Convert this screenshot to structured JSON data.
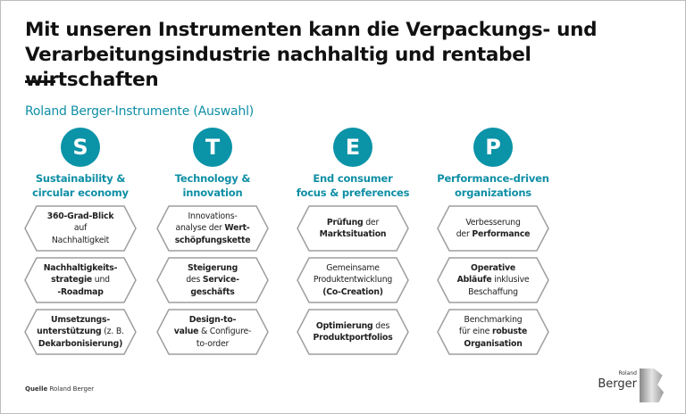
{
  "title": "Mit unseren Instrumenten kann die Verpackungs- und Verarbeitungsindustrie nachhaltig und rentabel wirtschaften",
  "subtitle": "Roland Berger-Instrumente (Auswahl)",
  "colors": {
    "accent": "#0b93a7",
    "hex_border": "#9e9e9e"
  },
  "columns": [
    {
      "letter": "S",
      "heading": [
        "Sustainability &",
        "circular economy"
      ],
      "items": [
        [
          [
            [
              "360-Grad-Blick",
              true
            ]
          ],
          [
            [
              "auf",
              false
            ]
          ],
          [
            [
              "Nachhaltigkeit",
              false
            ]
          ]
        ],
        [
          [
            [
              "Nachhaltigkeits-",
              true
            ]
          ],
          [
            [
              "strategie",
              true
            ],
            [
              " und",
              false
            ]
          ],
          [
            [
              "-Roadmap",
              true
            ]
          ]
        ],
        [
          [
            [
              "Umsetzungs-",
              true
            ]
          ],
          [
            [
              "unterstützung",
              true
            ],
            [
              " (z. B.",
              false
            ]
          ],
          [
            [
              "Dekarbonisierung)",
              true
            ]
          ]
        ]
      ]
    },
    {
      "letter": "T",
      "heading": [
        "Technology &",
        "innovation"
      ],
      "items": [
        [
          [
            [
              "Innovations-",
              false
            ]
          ],
          [
            [
              "analyse der ",
              false
            ],
            [
              "Wert-",
              true
            ]
          ],
          [
            [
              "schöpfungskette",
              true
            ]
          ]
        ],
        [
          [
            [
              "Steigerung",
              true
            ]
          ],
          [
            [
              "des ",
              false
            ],
            [
              "Service-",
              true
            ]
          ],
          [
            [
              "geschäfts",
              true
            ]
          ]
        ],
        [
          [
            [
              "Design-to-",
              true
            ]
          ],
          [
            [
              "value",
              true
            ],
            [
              " & Configure-",
              false
            ]
          ],
          [
            [
              "to-order",
              false
            ]
          ]
        ]
      ]
    },
    {
      "letter": "E",
      "heading": [
        "End consumer",
        "focus & preferences"
      ],
      "items": [
        [
          [
            [
              "Prüfung",
              true
            ],
            [
              " der",
              false
            ]
          ],
          [
            [
              "Marktsituation",
              true
            ]
          ]
        ],
        [
          [
            [
              "Gemeinsame",
              false
            ]
          ],
          [
            [
              "Produktentwicklung",
              false
            ]
          ],
          [
            [
              "(Co-Creation)",
              true
            ]
          ]
        ],
        [
          [
            [
              "Optimierung",
              true
            ],
            [
              " des",
              false
            ]
          ],
          [
            [
              "Produktportfolios",
              true
            ]
          ]
        ]
      ]
    },
    {
      "letter": "P",
      "heading": [
        "Performance-driven",
        "organizations"
      ],
      "items": [
        [
          [
            [
              "Verbesserung",
              false
            ]
          ],
          [
            [
              "der ",
              false
            ],
            [
              "Performance",
              true
            ]
          ]
        ],
        [
          [
            [
              "Operative",
              true
            ]
          ],
          [
            [
              "Abläufe",
              true
            ],
            [
              " inklusive",
              false
            ]
          ],
          [
            [
              "Beschaffung",
              false
            ]
          ]
        ],
        [
          [
            [
              "Benchmarking",
              false
            ]
          ],
          [
            [
              "für eine ",
              false
            ],
            [
              "robuste",
              true
            ]
          ],
          [
            [
              "Organisation",
              true
            ]
          ]
        ]
      ]
    }
  ],
  "source": {
    "label": "Quelle",
    "value": "Roland Berger"
  },
  "logo": {
    "small": "Roland",
    "big": "Berger"
  }
}
